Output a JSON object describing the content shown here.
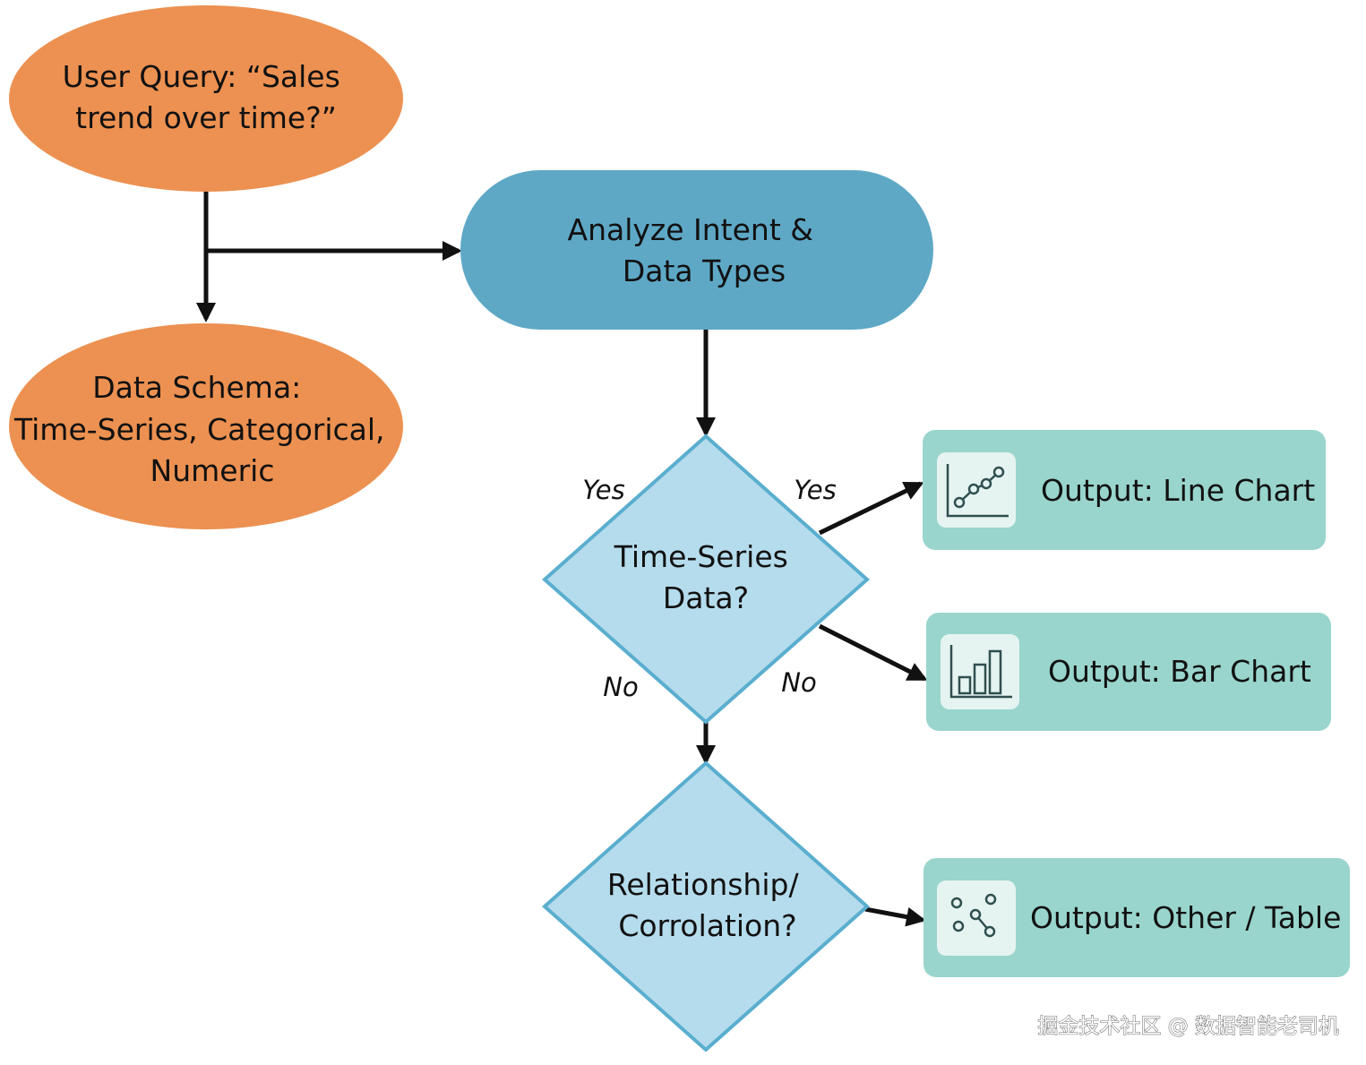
{
  "nodes": {
    "user_query": {
      "lines": [
        "User Query: “Sales",
        "trend over time?”"
      ]
    },
    "data_schema": {
      "lines": [
        "Data Schema:",
        "Time-Series, Categorical,",
        "Numeric"
      ]
    },
    "analyze": {
      "lines": [
        "Analyze Intent &",
        "Data Types"
      ]
    },
    "timeseries_decision": {
      "lines": [
        "Time-Series",
        "Data?"
      ]
    },
    "relationship_decision": {
      "lines": [
        "Relationship/",
        "Corrolation?"
      ]
    },
    "output_line": {
      "label": "Output: Line Chart",
      "icon": "line-chart-icon"
    },
    "output_bar": {
      "label": "Output: Bar Chart",
      "icon": "bar-chart-icon"
    },
    "output_other": {
      "label": "Output: Other / Table",
      "icon": "scatter-plot-icon"
    }
  },
  "edge_labels": {
    "yes_left": "Yes",
    "yes_right": "Yes",
    "no_left": "No",
    "no_right": "No"
  },
  "watermark": "掘金技术社区 @ 数据智能老司机",
  "colors": {
    "orange_fill": "#ec9151",
    "blue_pill_fill": "#5ea8c6",
    "decision_fill": "#b5dcec",
    "decision_stroke": "#5aaecf",
    "output_fill": "#99d5cd",
    "icon_tile": "#e6f4f1",
    "arrow": "#111111"
  }
}
